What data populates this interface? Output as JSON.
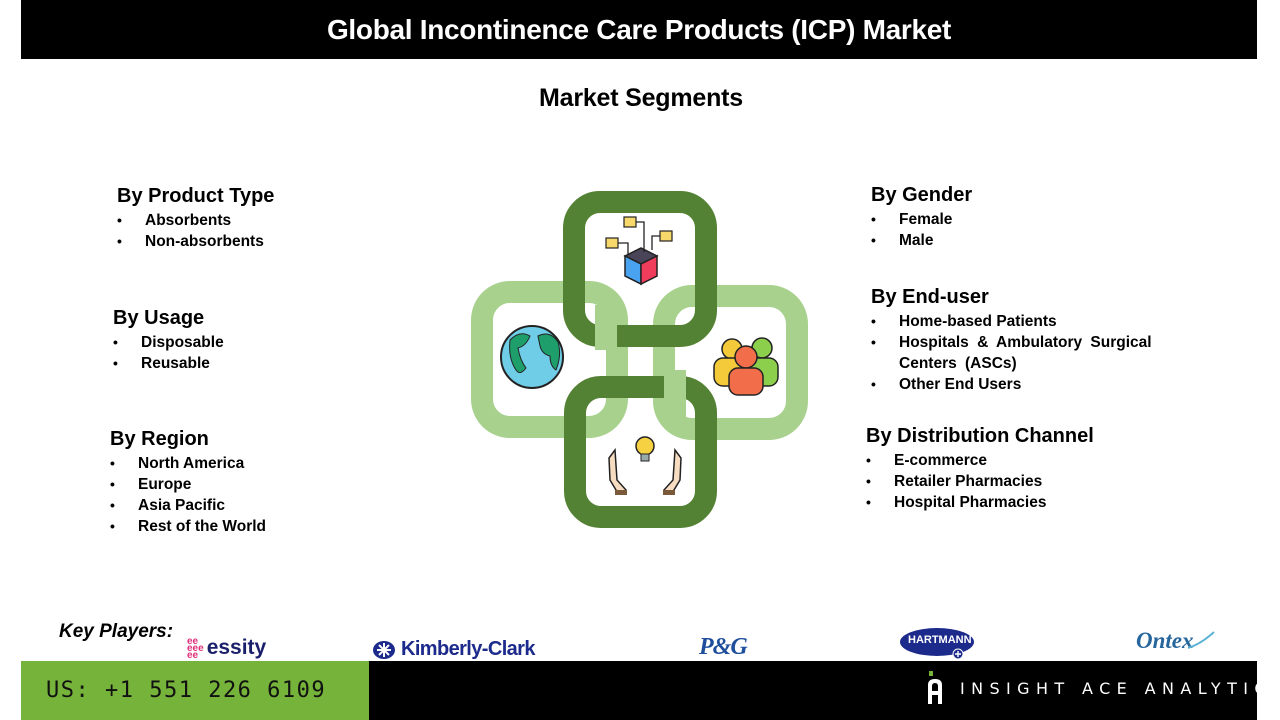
{
  "header": {
    "title": "Global Incontinence Care Products (ICP) Market",
    "subtitle": "Market Segments"
  },
  "segments": {
    "product_type": {
      "heading": "By Product Type",
      "items": [
        "Absorbents",
        "Non-absorbents"
      ]
    },
    "usage": {
      "heading": "By Usage",
      "items": [
        "Disposable",
        "Reusable"
      ]
    },
    "region": {
      "heading": "By Region",
      "items": [
        "North America",
        "Europe",
        "Asia Pacific",
        "Rest of the World"
      ]
    },
    "gender": {
      "heading": "By Gender",
      "items": [
        "Female",
        "Male"
      ]
    },
    "end_user": {
      "heading": "By End-user",
      "items": [
        "Home-based Patients",
        "Hospitals & Ambulatory Surgical Centers (ASCs)",
        "Other End Users"
      ]
    },
    "distribution": {
      "heading": "By Distribution Channel",
      "items": [
        "E-commerce",
        "Retailer Pharmacies",
        "Hospital Pharmacies"
      ]
    }
  },
  "diagram": {
    "icons": [
      "product-box-network-icon",
      "globe-icon",
      "people-group-icon",
      "hands-lightbulb-icon"
    ],
    "colors": {
      "dark_green": "#548235",
      "light_green": "#a9d18e"
    }
  },
  "key_players": {
    "label": "Key Players:",
    "logos": [
      "essity",
      "Kimberly-Clark",
      "P&G",
      "HARTMANN",
      "Ontex"
    ]
  },
  "footer": {
    "phone": "US: +1 551 226 6109",
    "brand": "INSIGHT ACE ANALYTIC",
    "colors": {
      "green": "#76b33a",
      "black": "#000000"
    }
  }
}
